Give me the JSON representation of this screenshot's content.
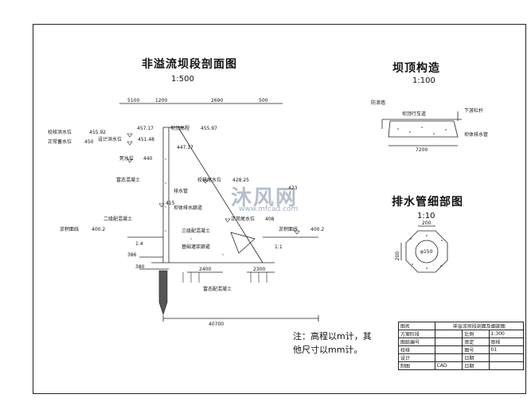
{
  "main": {
    "title": "非溢流坝段剖面图",
    "scale": "1:500",
    "labels": {
      "check_flood_level": "校核洪水位",
      "check_flood_level_val": "455.92",
      "design_flood_level": "设计洪水位",
      "design_flood_level_val": "451.48",
      "normal_storage": "正常蓄水位",
      "normal_storage_val": "450",
      "crest_elev_top": "457.17",
      "crest_elev": "坝顶高程",
      "crest_elev_val": "455.97",
      "elev_447": "447.17",
      "dead_level": "死水位",
      "dead_level_val": "440",
      "rich_concrete": "富态混凝土",
      "drain_pipe": "排水管",
      "perforated_drain": "坝体排水廊道",
      "elev_415": "415",
      "grade2_concrete": "二级配混凝土",
      "check_tail": "校核尾水位",
      "check_tail_val": "428.25",
      "normal_tail": "正常尾水位",
      "normal_tail_val": "408",
      "grade3_concrete": "三级配混凝土",
      "silt_left": "淤积面线",
      "silt_left_val": "400.2",
      "silt_right": "淤积面线",
      "silt_right_val": "400.2",
      "base_gallery": "基础灌浆廊道",
      "elev_386": "386",
      "elev_380": "380",
      "rich_concrete_bottom": "富态配混凝土",
      "slope_left": "1:4",
      "slope_right": "1:1",
      "elev_423": "423"
    },
    "dims": [
      "5100",
      "1200",
      "2690",
      "500",
      "2400",
      "2300",
      "40700"
    ]
  },
  "crest": {
    "title": "坝顶构造",
    "scale": "1:100",
    "labels": {
      "parapet": "防浪墙",
      "road": "坝顶行车道",
      "railing": "下游栏杆",
      "drain": "坝体排水管",
      "width": "7200"
    }
  },
  "pipe": {
    "title": "排水管细部图",
    "scale": "1:10",
    "dim_top": "200",
    "dim_side": "200",
    "dia": "φ150"
  },
  "note": "注：高程以m计，其他尺寸以mm计。",
  "watermark": {
    "brand": "沐风网",
    "url": "www.mfcad.com"
  },
  "title_block": {
    "drawing_name_label": "图名",
    "drawing_name": "非溢流坝段剖面及细部图",
    "rows": [
      [
        "方案阶段",
        "",
        "比例",
        "1:300"
      ],
      [
        "图纸编号",
        "",
        "审定",
        "审核"
      ],
      [
        "校核",
        "",
        "图号",
        "01"
      ],
      [
        "设计",
        "",
        "日期",
        ""
      ],
      [
        "制图",
        "CAD",
        "日期",
        ""
      ]
    ]
  }
}
